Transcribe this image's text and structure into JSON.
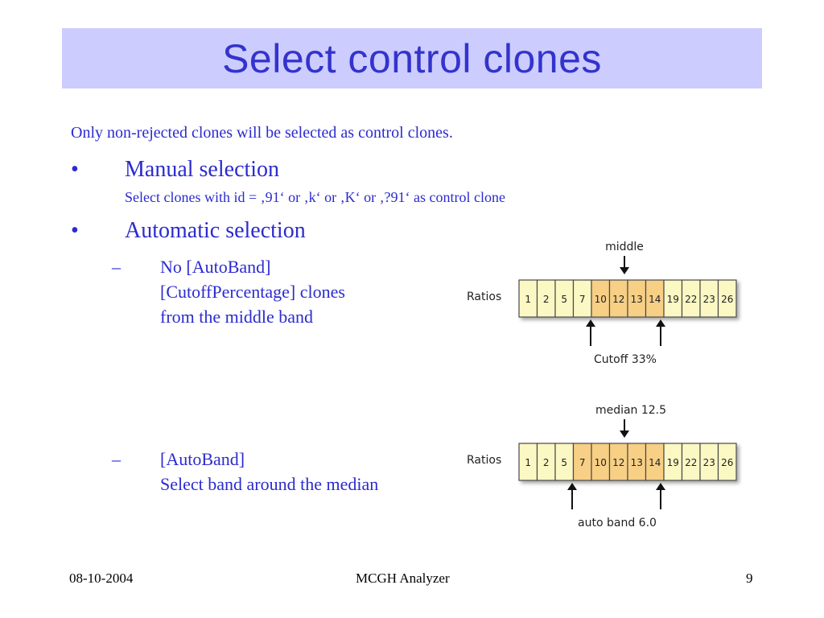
{
  "title": "Select control clones",
  "intro": "Only non-rejected clones will be selected as control clones.",
  "bullets": {
    "manual": {
      "marker": "•",
      "label": "Manual selection",
      "note": "Select clones with id = ‚91‘ or ‚k‘ or ‚K‘ or ‚?91‘ as control clone"
    },
    "automatic": {
      "marker": "•",
      "label": "Automatic selection"
    }
  },
  "sub_items": {
    "no_autoband": {
      "marker": "–",
      "line1": "No [AutoBand]",
      "line2": "[CutoffPercentage] clones",
      "line3": "from the middle band"
    },
    "autoband": {
      "marker": "–",
      "line1": "[AutoBand]",
      "line2": "Select band around the median"
    }
  },
  "diagrams": {
    "top": {
      "row_label": "Ratios",
      "top_annotation": "middle",
      "bottom_annotation": "Cutoff 33%",
      "cells": [
        "1",
        "2",
        "5",
        "7",
        "10",
        "12",
        "13",
        "14",
        "19",
        "22",
        "23",
        "26"
      ],
      "highlighted_cells": [
        "10",
        "12",
        "13",
        "14"
      ]
    },
    "bottom": {
      "row_label": "Ratios",
      "top_annotation": "median 12.5",
      "bottom_annotation": "auto band 6.0",
      "cells": [
        "1",
        "2",
        "5",
        "7",
        "10",
        "12",
        "13",
        "14",
        "19",
        "22",
        "23",
        "26"
      ],
      "highlighted_cells": [
        "7",
        "10",
        "12",
        "13",
        "14"
      ]
    }
  },
  "colors": {
    "title_bg": "#ccccff",
    "title_text": "#3333cc",
    "body_text": "#2b2bcf",
    "cell_fill": "#fbf8c4",
    "cell_highlight": "#f7cf85"
  },
  "footer": {
    "date": "08-10-2004",
    "center": "MCGH Analyzer",
    "page": "9"
  }
}
